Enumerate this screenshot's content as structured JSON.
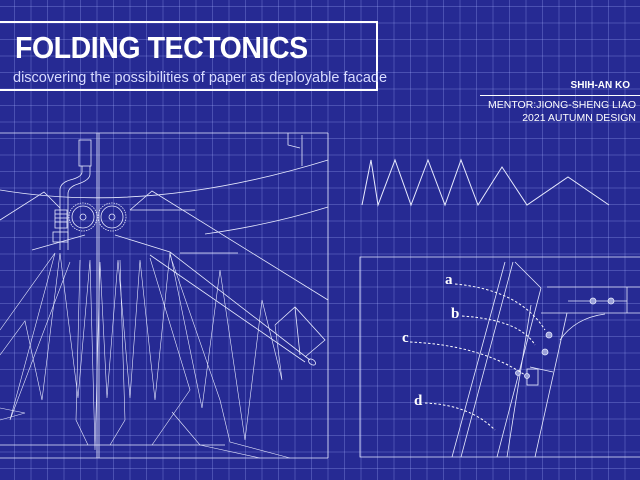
{
  "header": {
    "title": "FOLDING TECTONICS",
    "subtitle": "discovering the possibilities of paper as deployable facade",
    "author": "SHIH-AN KO",
    "mentor": "MENTOR:JIONG-SHENG LIAO",
    "term": "2021 AUTUMN DESIGN"
  },
  "detail_labels": [
    "a",
    "b",
    "c",
    "d"
  ],
  "colors": {
    "background": "#262a93",
    "line": "#ffffff",
    "grid": "#7f88e0"
  }
}
